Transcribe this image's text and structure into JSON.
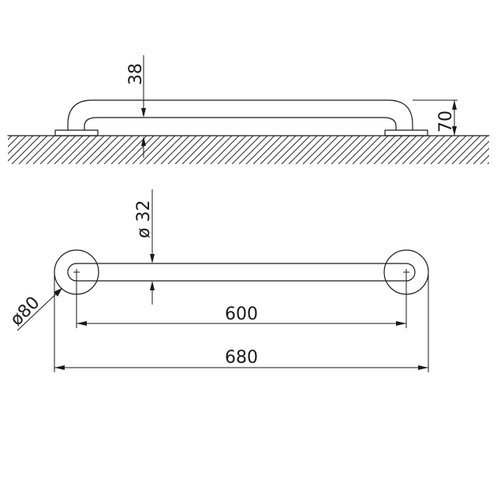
{
  "drawing": {
    "side_view": {
      "rise_label": "38",
      "height_label": "70"
    },
    "top_view": {
      "tube_diameter_label": "ø 32",
      "flange_diameter_label": "ø80",
      "center_distance_label": "600",
      "overall_length_label": "680"
    }
  }
}
